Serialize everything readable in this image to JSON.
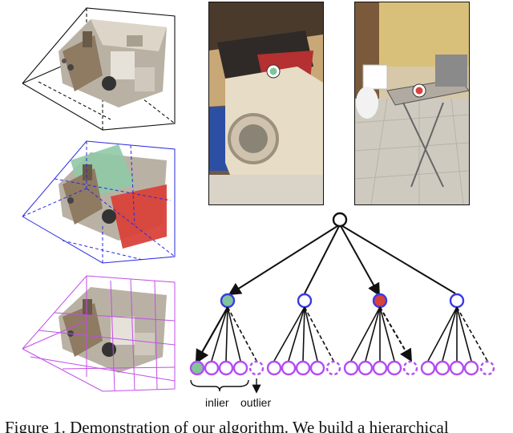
{
  "figure": {
    "caption": "Figure 1. Demonstration of our algorithm. We build a hierarchical",
    "colors": {
      "level1_box": "#111111",
      "level2_box": "#2a2ae0",
      "level3_box": "#c24ee8",
      "node_blue": "#3a3ae6",
      "node_purple": "#b34df2",
      "node_green": "#7fc49a",
      "node_red": "#d8423a"
    },
    "tree": {
      "inlier_label": "inlier",
      "outlier_label": "outlier"
    }
  }
}
